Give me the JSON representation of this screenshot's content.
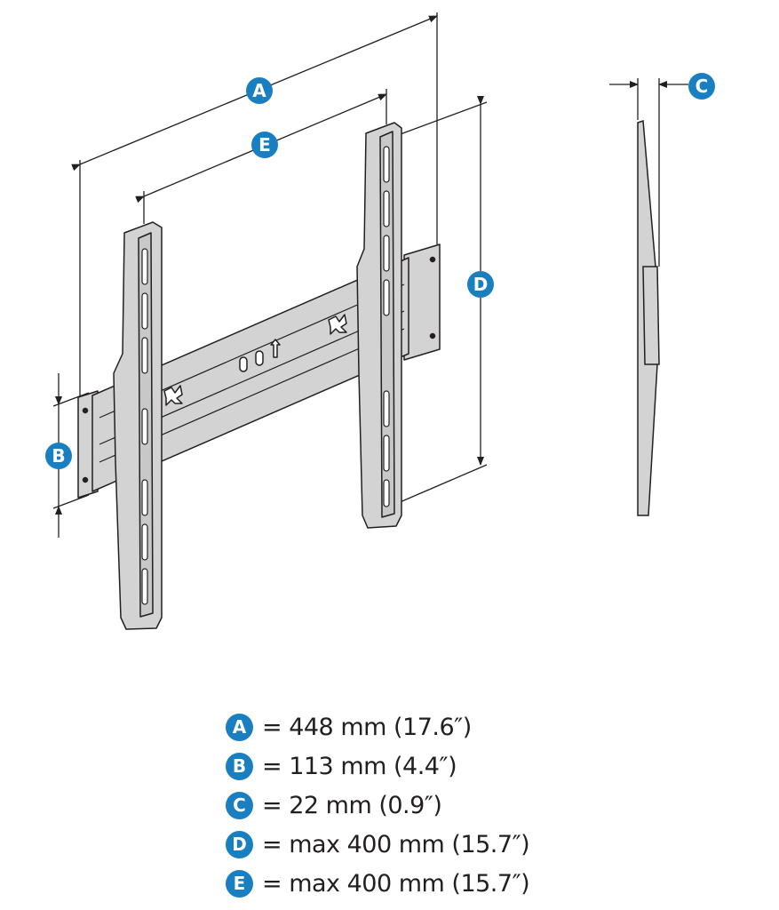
{
  "colors": {
    "badge": "#1a7fc1",
    "metal": "#d3d3d3",
    "line": "#231f20"
  },
  "diagram_labels": {
    "a": "A",
    "b": "B",
    "c": "C",
    "d": "D",
    "e": "E"
  },
  "legend": [
    {
      "key": "A",
      "text": "= 448 mm (17.6″)"
    },
    {
      "key": "B",
      "text": "= 113 mm (4.4″)"
    },
    {
      "key": "C",
      "text": "= 22 mm (0.9″)"
    },
    {
      "key": "D",
      "text": "= max 400 mm (15.7″)"
    },
    {
      "key": "E",
      "text": "= max 400 mm (15.7″)"
    }
  ]
}
